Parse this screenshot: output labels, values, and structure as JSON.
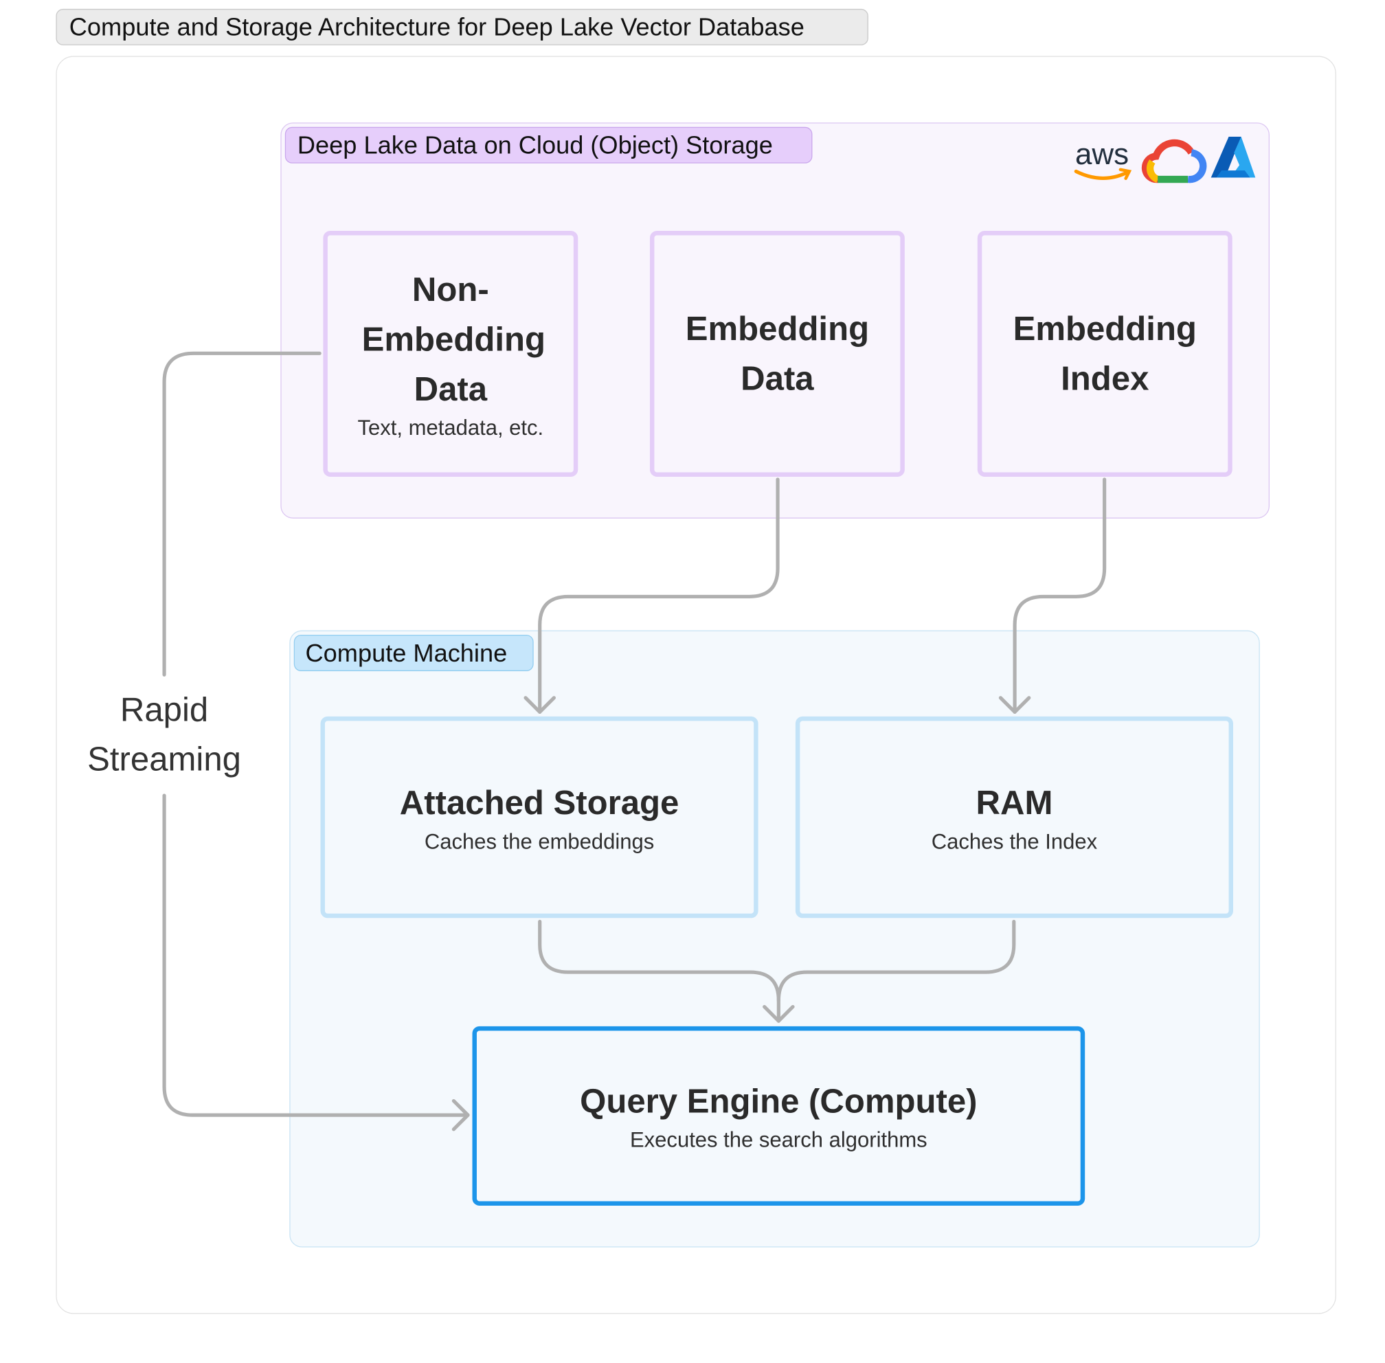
{
  "title": "Compute and Storage Architecture for Deep Lake Vector Database",
  "storage_group": {
    "label": "Deep Lake Data on Cloud (Object) Storage",
    "logos": [
      "aws-logo",
      "google-cloud-logo",
      "azure-logo"
    ],
    "logo_text_aws": "aws",
    "nodes": {
      "non_embedding": {
        "title": "Non-Embedding Data",
        "subtitle": "Text, metadata, etc."
      },
      "embedding_data": {
        "title": "Embedding Data"
      },
      "embedding_index": {
        "title": "Embedding Index"
      }
    }
  },
  "compute_group": {
    "label": "Compute Machine",
    "nodes": {
      "attached_storage": {
        "title": "Attached Storage",
        "subtitle": "Caches the embeddings"
      },
      "ram": {
        "title": "RAM",
        "subtitle": "Caches the Index"
      },
      "query_engine": {
        "title": "Query Engine (Compute)",
        "subtitle": "Executes the search algorithms"
      }
    }
  },
  "edge_label": "Rapid Streaming",
  "colors": {
    "storage_fill": "#f9f5fd",
    "storage_border": "#e4cdf8",
    "compute_fill": "#f4f9fd",
    "compute_border": "#c3e3f8",
    "query_border": "#1c95ea",
    "connector": "#b0b0b0"
  }
}
